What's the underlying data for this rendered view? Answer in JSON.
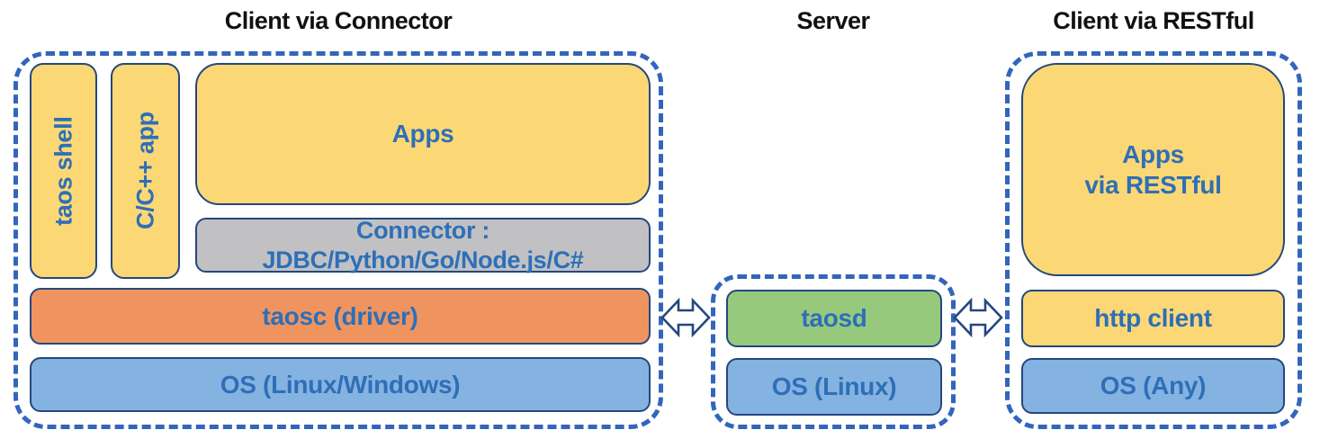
{
  "diagram": {
    "sections": {
      "connector_client": {
        "title": "Client via Connector",
        "taos_shell": "taos shell",
        "cpp_app": "C/C++ app",
        "apps": "Apps",
        "connector": "Connector : JDBC/Python/Go/Node.js/C#",
        "taosc": "taosc (driver)",
        "os": "OS (Linux/Windows)"
      },
      "server": {
        "title": "Server",
        "taosd": "taosd",
        "os": "OS (Linux)"
      },
      "restful_client": {
        "title": "Client via RESTful",
        "apps_line1": "Apps",
        "apps_line2": "via RESTful",
        "http_client": "http client",
        "os": "OS (Any)"
      }
    },
    "icons": [
      "bidirectional-arrow-icon",
      "bidirectional-arrow-icon"
    ]
  },
  "colors": {
    "bg": "#ffffff",
    "title_text": "#111111",
    "label_text": "#2e6fb7",
    "dashed_border": "#3365bb",
    "box_border": "#24477e",
    "yellow": "#fbd875",
    "gray": "#c1c1c3",
    "orange": "#f0945f",
    "blue": "#85b3e1",
    "green": "#97c97d",
    "arrow_fill": "#ffffff",
    "arrow_stroke": "#24477e"
  }
}
